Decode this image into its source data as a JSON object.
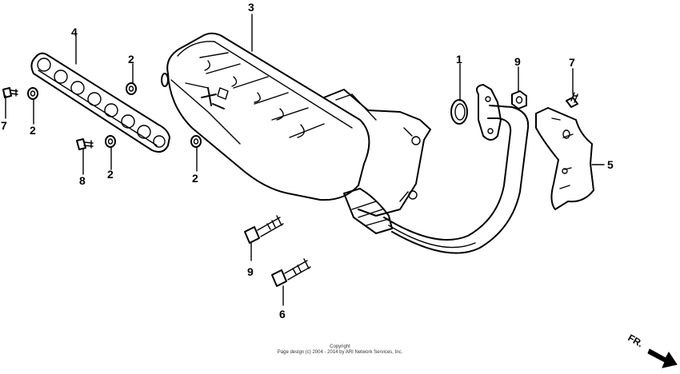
{
  "diagram": {
    "callouts": [
      {
        "id": "1",
        "label": "1"
      },
      {
        "id": "2a",
        "label": "2"
      },
      {
        "id": "2b",
        "label": "2"
      },
      {
        "id": "2c",
        "label": "2"
      },
      {
        "id": "2d",
        "label": "2"
      },
      {
        "id": "3",
        "label": "3"
      },
      {
        "id": "4",
        "label": "4"
      },
      {
        "id": "5",
        "label": "5"
      },
      {
        "id": "6",
        "label": "6"
      },
      {
        "id": "7a",
        "label": "7"
      },
      {
        "id": "7b",
        "label": "7"
      },
      {
        "id": "8",
        "label": "8"
      },
      {
        "id": "9a",
        "label": "9"
      },
      {
        "id": "9b",
        "label": "9"
      }
    ],
    "direction_label": "FR."
  },
  "footer": {
    "copyright_line1": "Copyright",
    "copyright_line2": "Page design (c) 2004 - 2014 by ARI Network Services, Inc."
  }
}
